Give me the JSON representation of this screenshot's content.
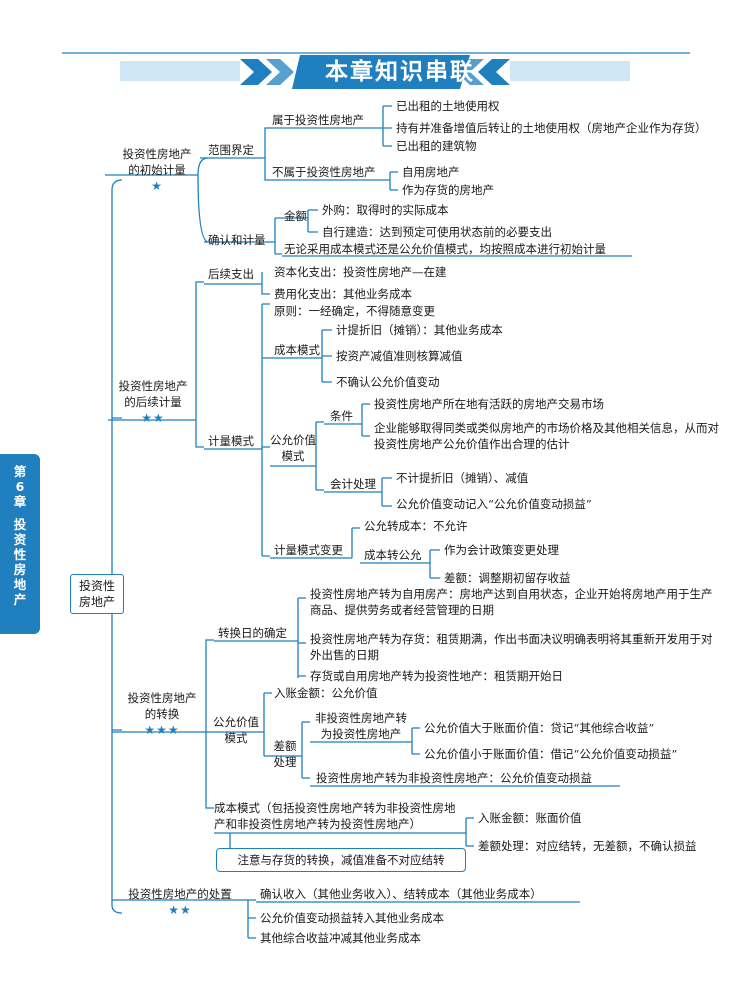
{
  "header": {
    "title": "本章知识串联",
    "colors": {
      "accent": "#1f7fbf",
      "banner_light": "#cfe6f6"
    }
  },
  "sidetab": {
    "chapter": [
      "第",
      "6",
      "章"
    ],
    "topic": [
      "投",
      "资",
      "性",
      "房",
      "地",
      "产"
    ]
  },
  "root": {
    "label_lines": [
      "投资性",
      "房地产"
    ]
  },
  "s1": {
    "title": [
      "投资性房地产",
      "的初始计量"
    ],
    "stars": "★",
    "scope": {
      "label": "范围界定",
      "belongs": {
        "label": "属于投资性房地产",
        "items": [
          "已出租的土地使用权",
          "持有并准备增值后转让的土地使用权（房地产企业作为存货）",
          "已出租的建筑物"
        ]
      },
      "not_belongs": {
        "label": "不属于投资性房地产",
        "items": [
          "自用房地产",
          "作为存货的房地产"
        ]
      }
    },
    "recognition": {
      "label": "确认和计量",
      "amount_label": "金额",
      "items": [
        "外购：取得时的实际成本",
        "自行建造：达到预定可使用状态前的必要支出"
      ],
      "note": "无论采用成本模式还是公允价值模式，均按照成本进行初始计量"
    }
  },
  "s2": {
    "title": [
      "投资性房地产",
      "的后续计量"
    ],
    "stars": "★★",
    "subsequent": {
      "label": "后续支出",
      "items": [
        "资本化支出：投资性房地产—在建",
        "费用化支出：其他业务成本"
      ]
    },
    "measurement": {
      "label": "计量模式",
      "principle": "原则：一经确定，不得随意变更",
      "cost_model": {
        "label": "成本模式",
        "items": [
          "计提折旧（摊销）：其他业务成本",
          "按资产减值准则核算减值",
          "不确认公允价值变动"
        ]
      },
      "fv_model": {
        "label": [
          "公允价值",
          "模式"
        ],
        "conditions": {
          "label": "条件",
          "items": [
            "投资性房地产所在地有活跃的房地产交易市场",
            "企业能够取得同类或类似房地产的市场价格及其他相关信息，从而对投资性房地产公允价值作出合理的估计"
          ]
        },
        "accounting": {
          "label": "会计处理",
          "items": [
            "不计提折旧（摊销）、减值",
            "公允价值变动记入“公允价值变动损益”"
          ]
        }
      },
      "change": {
        "label": "计量模式变更",
        "fv_to_cost": "公允转成本：不允许",
        "cost_to_fv": {
          "label": "成本转公允",
          "items": [
            "作为会计政策变更处理",
            "差额：调整期初留存收益"
          ]
        }
      }
    }
  },
  "s3": {
    "title": [
      "投资性房地产",
      "的转换"
    ],
    "stars": "★★★",
    "date": {
      "label": "转换日的确定",
      "items": [
        "投资性房地产转为自用房产：房地产达到自用状态，企业开始将房地产用于生产商品、提供劳务或者经营管理的日期",
        "投资性房地产转为存货：租赁期满，作出书面决议明确表明将其重新开发用于对外出售的日期",
        "存货或自用房地产转为投资性地产：租赁期开始日"
      ]
    },
    "fv_model": {
      "label": [
        "公允价值",
        "模式"
      ],
      "entry": "入账金额：公允价值",
      "diff": {
        "label": [
          "差额",
          "处理"
        ],
        "non_to_inv": {
          "label": [
            "非投资性房地产转",
            "为投资性房地产"
          ],
          "items": [
            "公允价值大于账面价值：贷记“其他综合收益”",
            "公允价值小于账面价值：借记“公允价值变动损益”"
          ]
        },
        "inv_to_non": "投资性房地产转为非投资性房地产：公允价值变动损益"
      }
    },
    "cost_model": {
      "label": "成本模式（包括投资性房地产转为非投资性房地产和非投资性房地产转为投资性房地产）",
      "items": [
        "入账金额：账面价值",
        "差额处理：对应结转，无差额，不确认损益"
      ]
    },
    "callout": "注意与存货的转换，减值准备不对应结转"
  },
  "s4": {
    "title": "投资性房地产的处置",
    "stars": "★★",
    "items": [
      "确认收入（其他业务收入）、结转成本（其他业务成本）",
      "公允价值变动损益转入其他业务成本",
      "其他综合收益冲减其他业务成本"
    ]
  }
}
